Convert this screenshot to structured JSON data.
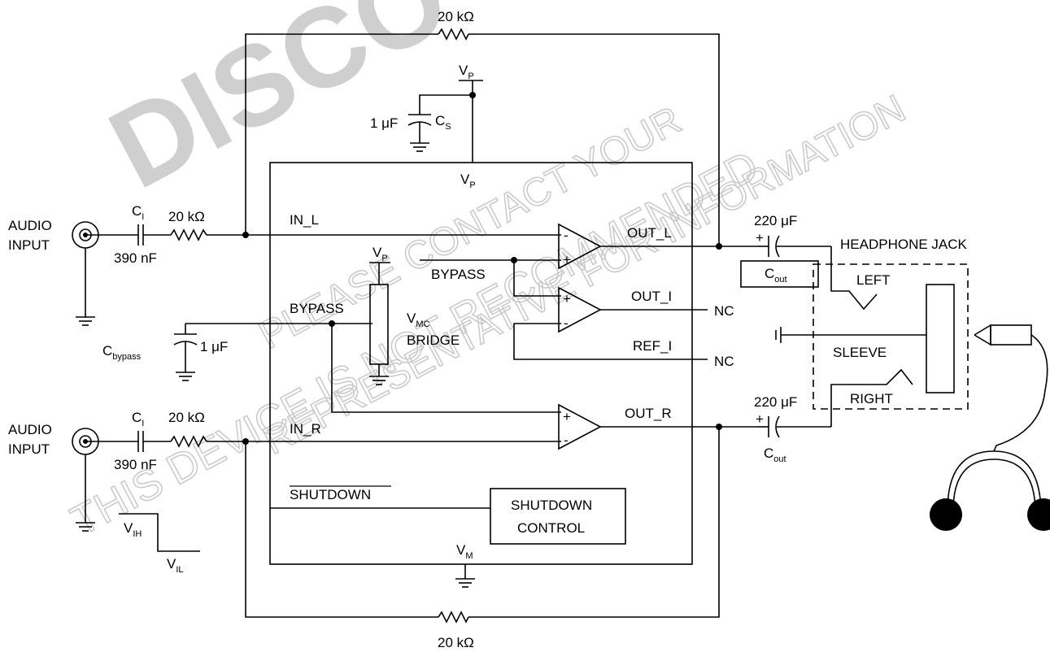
{
  "watermark": {
    "big": "DISCO",
    "line1": "THIS DEVICE IS NOT RECOMMENDED",
    "line2": "PLEASE CONTACT YOUR",
    "line3": "REPRESENTATIVE FOR INFORMATION"
  },
  "feedback": {
    "top_value": "20 kΩ",
    "bottom_value": "20 kΩ"
  },
  "supply": {
    "vp_main": "V",
    "vp_sub": "P",
    "cs_value": "1 μF",
    "cs_name": "C",
    "cs_sub": "S"
  },
  "ic": {
    "vp_pin": "V",
    "vp_pin_sub": "P",
    "in_l": "IN_L",
    "in_r": "IN_R",
    "bypass_pin": "BYPASS",
    "bypass_amp": "BYPASS",
    "vmc_main": "V",
    "vmc_sub": "MC",
    "bridge": "BRIDGE",
    "bridge_vp": "V",
    "bridge_vp_sub": "P",
    "out_l": "OUT_L",
    "out_i": "OUT_I",
    "ref_i": "REF_I",
    "out_r": "OUT_R",
    "shutdown_pin": "SHUTDOWN",
    "shutdown_block_line1": "SHUTDOWN",
    "shutdown_block_line2": "CONTROL",
    "vm": "V",
    "vm_sub": "M",
    "nc1": "NC",
    "nc2": "NC"
  },
  "input_left": {
    "label_line1": "AUDIO",
    "label_line2": "INPUT",
    "ci_name": "C",
    "ci_sub": "I",
    "ci_value": "390 nF",
    "resistor": "20 kΩ"
  },
  "input_right": {
    "label_line1": "AUDIO",
    "label_line2": "INPUT",
    "ci_name": "C",
    "ci_sub": "I",
    "ci_value": "390 nF",
    "resistor": "20 kΩ"
  },
  "bypass_cap": {
    "name": "C",
    "sub": "bypass",
    "value": "1 μF"
  },
  "output": {
    "cap_top_value": "220 μF",
    "cap_bottom_value": "220 μF",
    "plus": "+",
    "cout_name": "C",
    "cout_sub": "out",
    "jack_title": "HEADPHONE JACK",
    "left": "LEFT",
    "sleeve": "SLEEVE",
    "right": "RIGHT"
  },
  "logic": {
    "vih": "V",
    "vih_sub": "IH",
    "vil": "V",
    "vil_sub": "IL"
  },
  "amp_signs": {
    "minus": "-",
    "plus": "+"
  }
}
